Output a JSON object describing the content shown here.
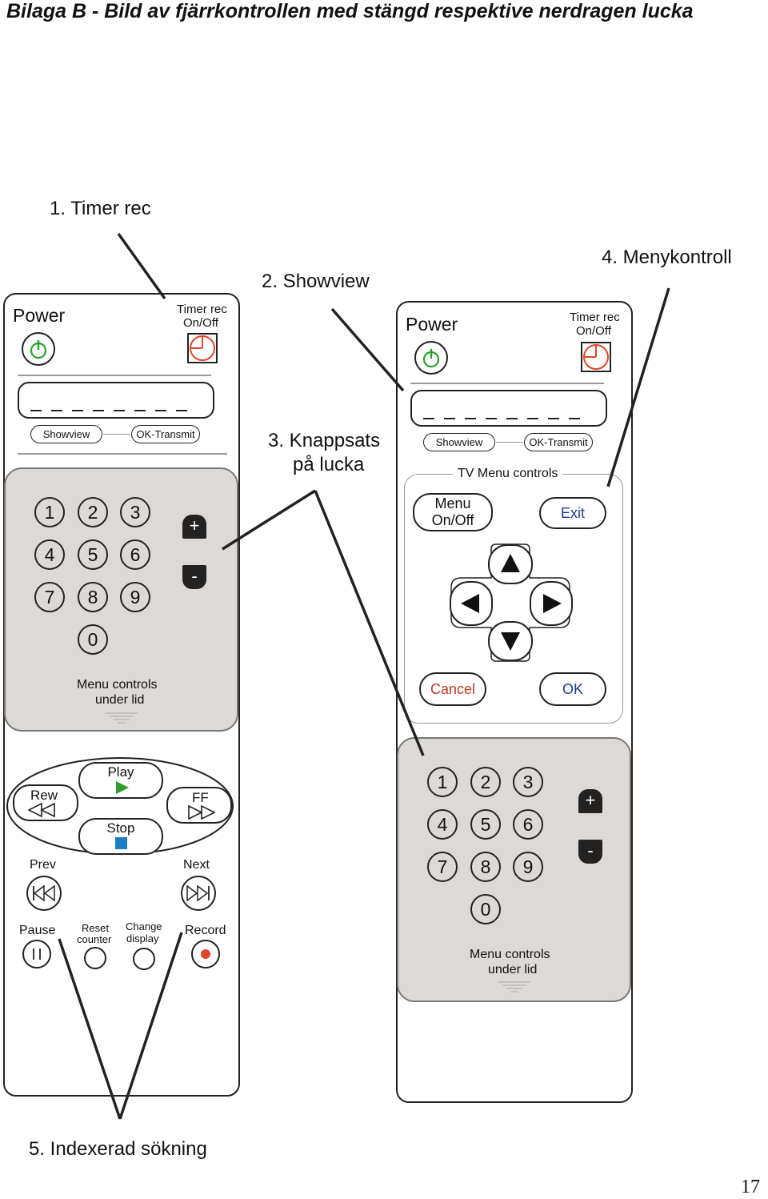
{
  "heading": "Bilaga B - Bild av fjärrkontrollen med stängd respektive nerdragen lucka",
  "callouts": {
    "timer_rec": "1. Timer rec",
    "showview": "2. Showview",
    "keypad_line1": "3. Knappsats",
    "keypad_line2": "på lucka",
    "menu_control": "4. Menykontroll",
    "indexed_search": "5. Indexerad sökning"
  },
  "remote_closed": {
    "power_label": "Power",
    "timer_label_line1": "Timer rec",
    "timer_label_line2": "On/Off",
    "showview": "Showview",
    "ok_transmit": "OK-Transmit",
    "keys": [
      "1",
      "2",
      "3",
      "4",
      "5",
      "6",
      "7",
      "8",
      "9",
      "0"
    ],
    "plus": "+",
    "minus": "-",
    "lid_label_line1": "Menu controls",
    "lid_label_line2": "under lid",
    "play": "Play",
    "rew": "Rew",
    "ff": "FF",
    "stop": "Stop",
    "prev": "Prev",
    "next": "Next",
    "pause": "Pause",
    "reset_line1": "Reset",
    "reset_line2": "counter",
    "change_line1": "Change",
    "change_line2": "display",
    "record": "Record"
  },
  "remote_open": {
    "power_label": "Power",
    "timer_label_line1": "Timer rec",
    "timer_label_line2": "On/Off",
    "showview": "Showview",
    "ok_transmit": "OK-Transmit",
    "tv_menu_controls": "TV Menu controls",
    "menu_line1": "Menu",
    "menu_line2": "On/Off",
    "exit": "Exit",
    "cancel": "Cancel",
    "ok": "OK",
    "keys": [
      "1",
      "2",
      "3",
      "4",
      "5",
      "6",
      "7",
      "8",
      "9",
      "0"
    ],
    "plus": "+",
    "minus": "-",
    "lid_label_line1": "Menu controls",
    "lid_label_line2": "under lid"
  },
  "colors": {
    "power_green": "#2aa02a",
    "timer_red": "#e0452a",
    "play_green": "#2aa02a",
    "stop_blue": "#1a7fc0",
    "record_red": "#e0452a",
    "cancel_red": "#c0392b",
    "exit_ok_blue": "#1a3a8a",
    "lid_gray": "#ddd9d6"
  },
  "page_number": "17"
}
